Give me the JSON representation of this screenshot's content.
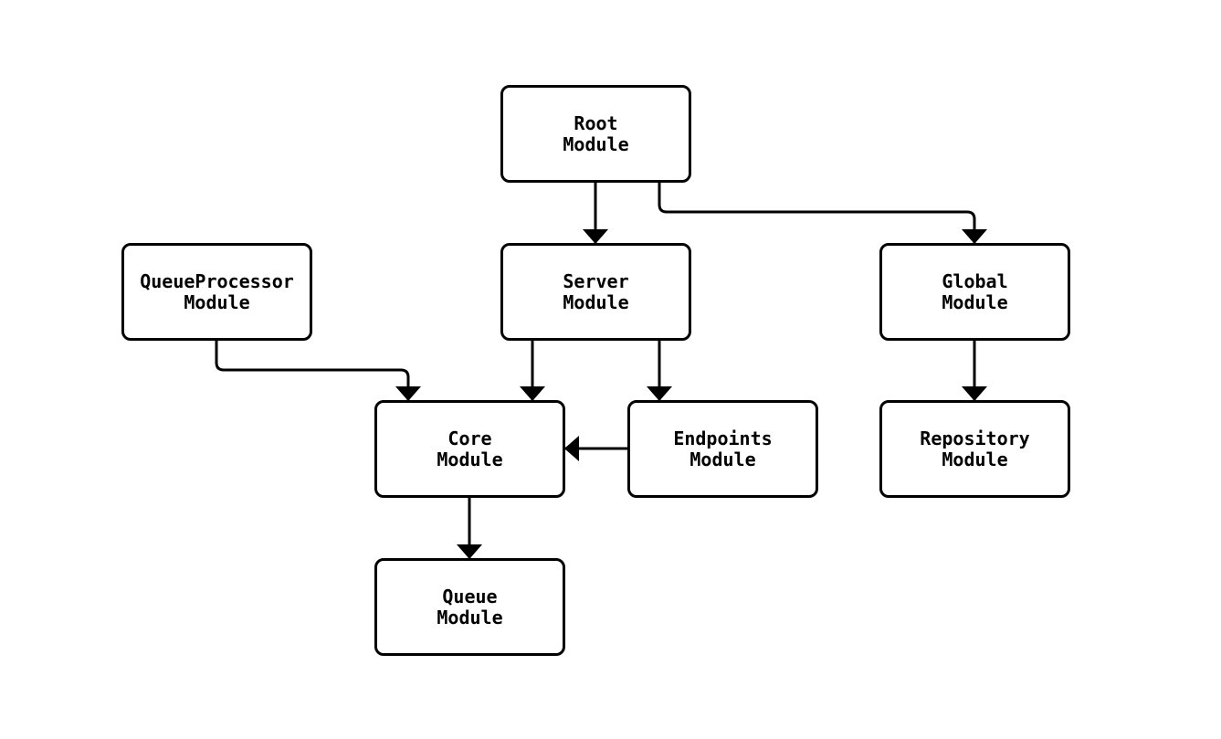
{
  "diagram": {
    "type": "module-dependency-flowchart",
    "colors": {
      "background": "#ffffff",
      "node_fill": "#ffffff",
      "node_stroke": "#000000",
      "edge_color": "#000000",
      "label_color": "#000000"
    },
    "nodes": {
      "root": {
        "label": "Root\nModule"
      },
      "queue_processor": {
        "label": "QueueProcessor\nModule"
      },
      "server": {
        "label": "Server\nModule"
      },
      "global": {
        "label": "Global\nModule"
      },
      "core": {
        "label": "Core\nModule"
      },
      "endpoints": {
        "label": "Endpoints\nModule"
      },
      "repository": {
        "label": "Repository\nModule"
      },
      "queue": {
        "label": "Queue\nModule"
      }
    },
    "edges": [
      {
        "from": "Root Module",
        "to": "Server Module"
      },
      {
        "from": "Root Module",
        "to": "Global Module"
      },
      {
        "from": "QueueProcessor Module",
        "to": "Core Module"
      },
      {
        "from": "Server Module",
        "to": "Core Module"
      },
      {
        "from": "Server Module",
        "to": "Endpoints Module"
      },
      {
        "from": "Endpoints Module",
        "to": "Core Module"
      },
      {
        "from": "Global Module",
        "to": "Repository Module"
      },
      {
        "from": "Core Module",
        "to": "Queue Module"
      }
    ]
  }
}
